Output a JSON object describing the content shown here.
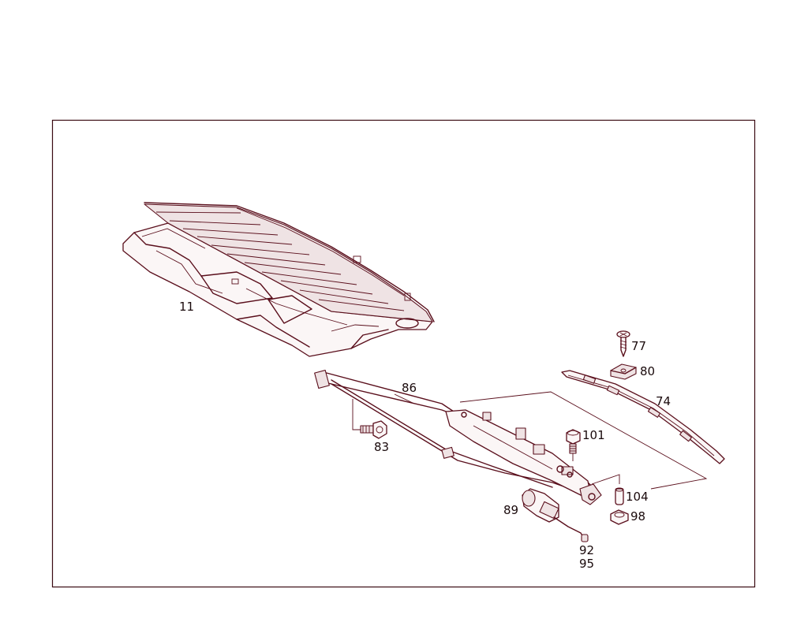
{
  "colors": {
    "line": "#5a0f1c",
    "frame": "#3a0a12",
    "label": "#1a0a0c",
    "background": "#ffffff"
  },
  "callouts": {
    "p11": "11",
    "p86": "86",
    "p83": "83",
    "p77": "77",
    "p80": "80",
    "p74": "74",
    "p101": "101",
    "p104": "104",
    "p98": "98",
    "p89": "89",
    "p92": "92",
    "p95": "95"
  }
}
